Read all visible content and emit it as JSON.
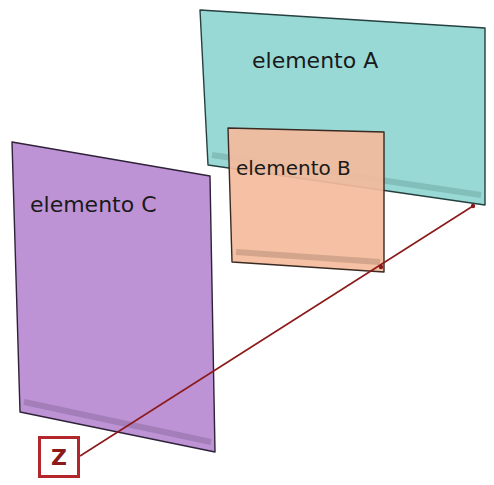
{
  "diagram": {
    "nodes": [
      {
        "text": [
          "elemento A"
        ]
      },
      {
        "text": [
          "elemento B"
        ]
      },
      {
        "text": [
          "elemento C"
        ]
      },
      {
        "text": [
          "Z"
        ]
      }
    ]
  }
}
